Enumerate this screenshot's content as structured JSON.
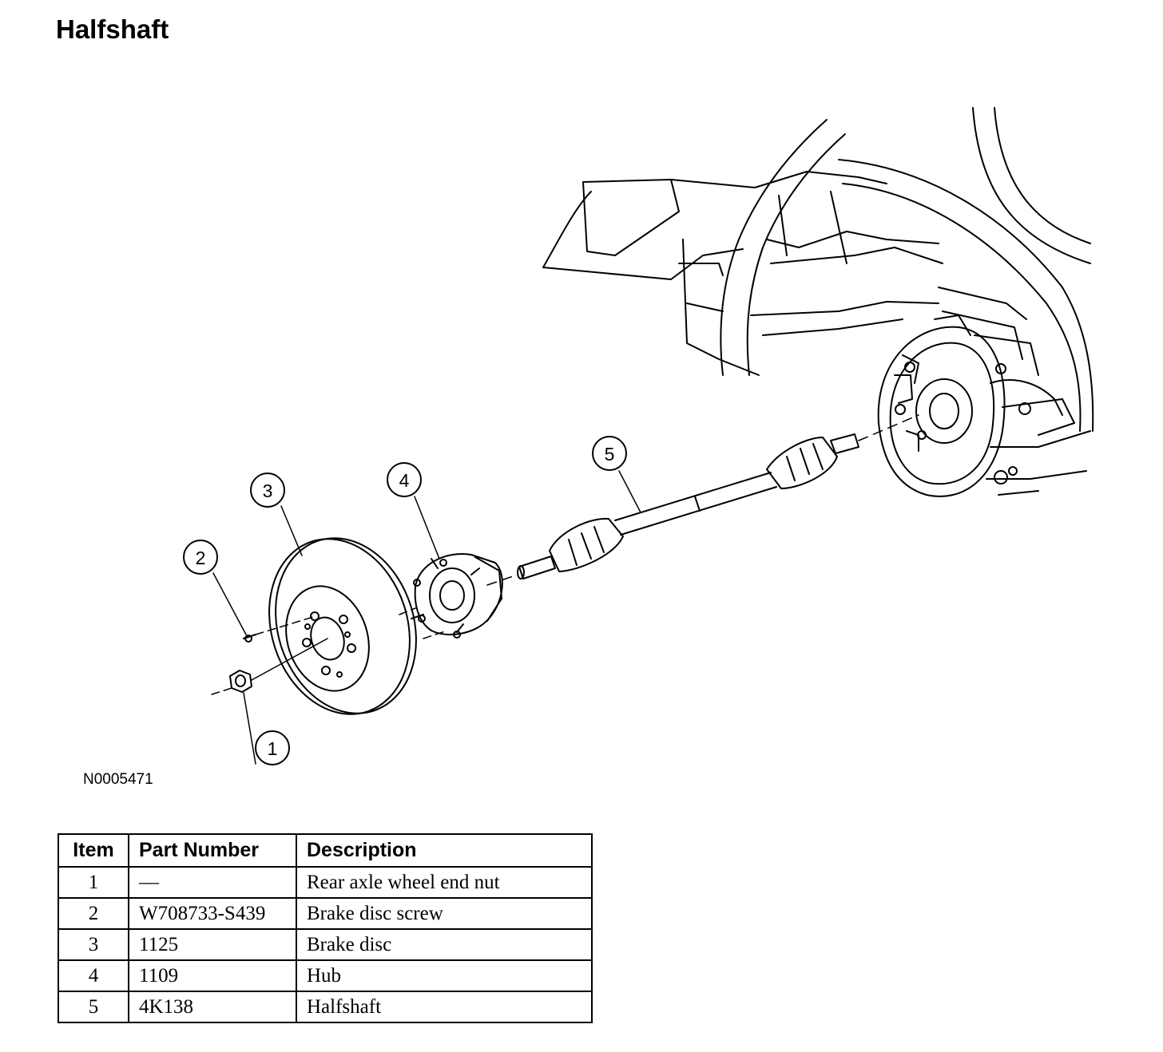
{
  "page": {
    "title": "Halfshaft"
  },
  "figure": {
    "id": "N0005471",
    "callouts": [
      {
        "number": "1"
      },
      {
        "number": "2"
      },
      {
        "number": "3"
      },
      {
        "number": "4"
      },
      {
        "number": "5"
      }
    ]
  },
  "table": {
    "headers": {
      "item": "Item",
      "part_number": "Part Number",
      "description": "Description"
    },
    "rows": [
      {
        "item": "1",
        "part_number": "—",
        "description": "Rear axle wheel end nut"
      },
      {
        "item": "2",
        "part_number": "W708733-S439",
        "description": "Brake disc screw"
      },
      {
        "item": "3",
        "part_number": "1125",
        "description": "Brake disc"
      },
      {
        "item": "4",
        "part_number": "1109",
        "description": "Hub"
      },
      {
        "item": "5",
        "part_number": "4K138",
        "description": "Halfshaft"
      }
    ]
  }
}
